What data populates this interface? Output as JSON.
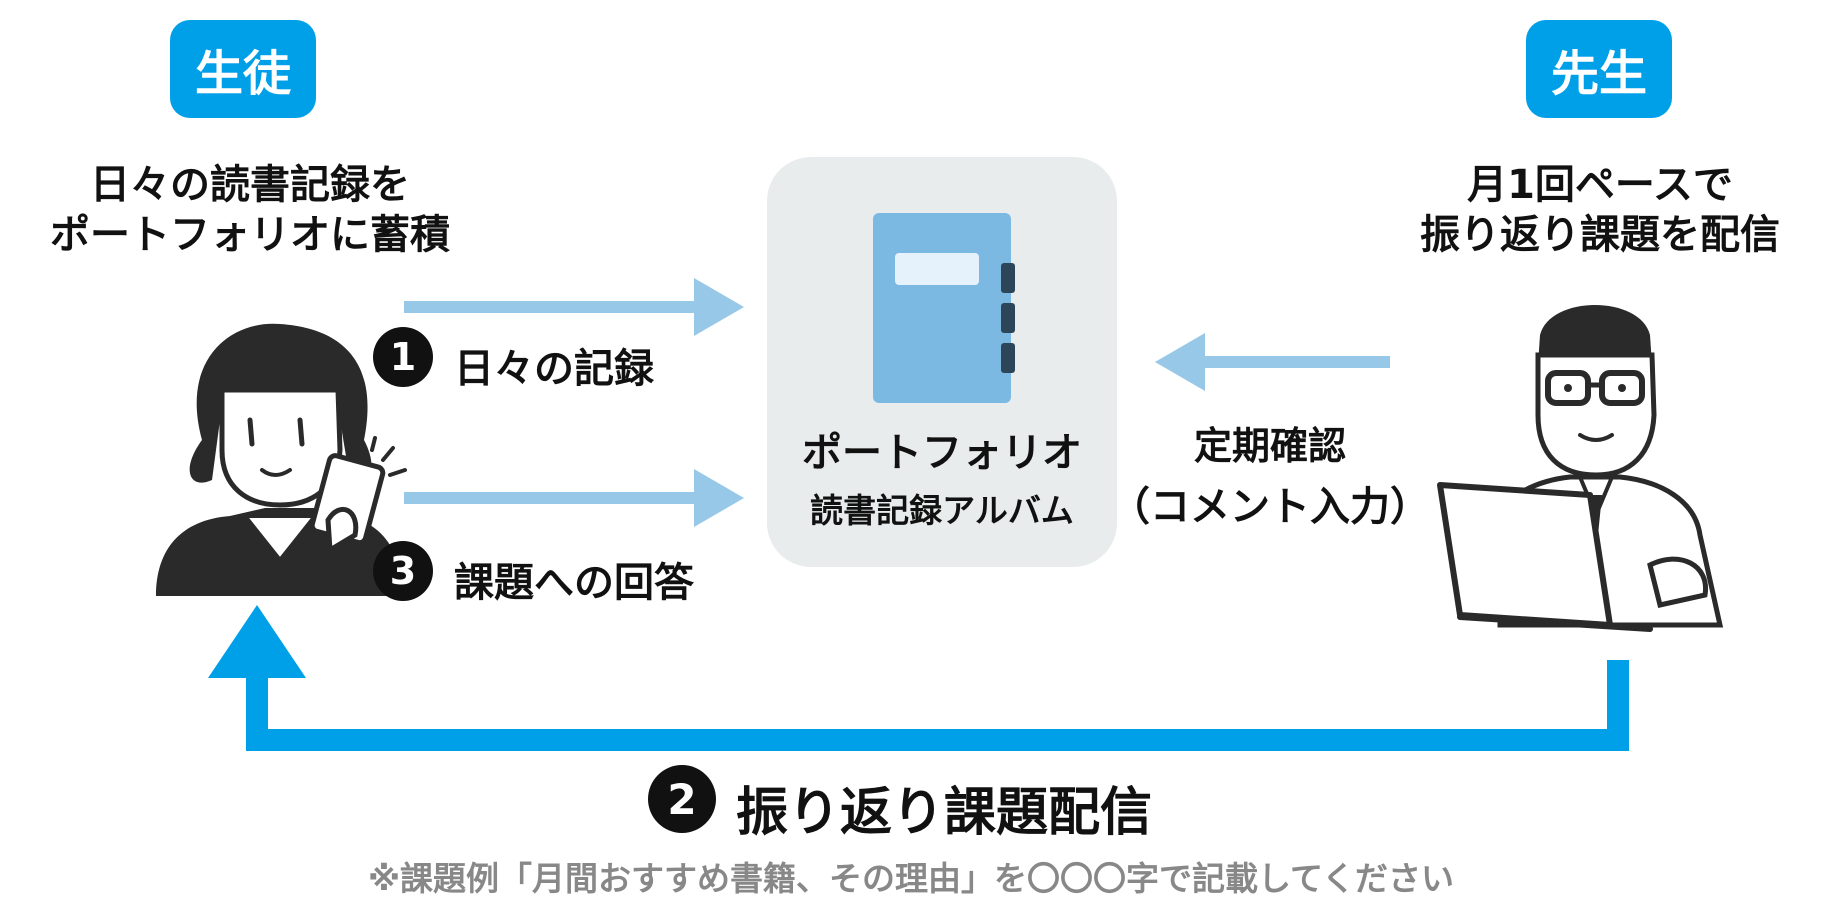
{
  "student": {
    "badge": "生徒",
    "heading_line1": "日々の読書記録を",
    "heading_line2": "ポートフォリオに蓄積"
  },
  "teacher": {
    "badge": "先生",
    "heading_line1": "月1回ペースで",
    "heading_line2": "振り返り課題を配信"
  },
  "portfolio": {
    "title": "ポートフォリオ",
    "subtitle": "読書記録アルバム"
  },
  "steps": [
    {
      "number": "1",
      "label": "日々の記録"
    },
    {
      "number": "2",
      "label": "振り返り課題配信"
    },
    {
      "number": "3",
      "label": "課題への回答"
    }
  ],
  "teacher_flow": {
    "line1": "定期確認",
    "line2": "（コメント入力）"
  },
  "note": "※課題例「月間おすすめ書籍、その理由」を〇〇〇字で記載してください",
  "colors": {
    "badge": "#00a0e9",
    "light_arrow": "#98c8e8",
    "dark_arrow": "#00a0e9",
    "panel": "#e8ecec",
    "book": "#7bb8e2",
    "book_tab": "#2d4559"
  }
}
